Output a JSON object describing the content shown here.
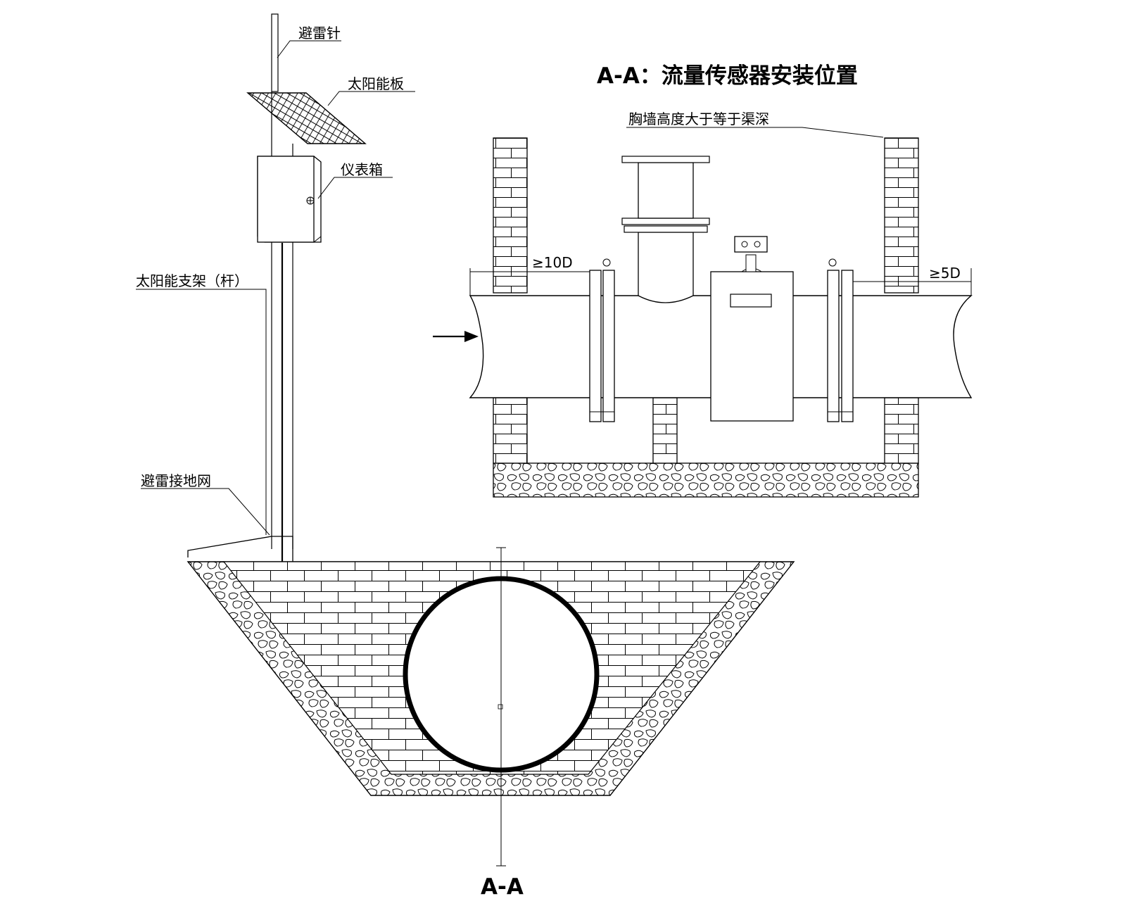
{
  "title": "A-A：流量传感器安装位置",
  "section_label": "A-A",
  "labels": {
    "lightning_rod": "避雷针",
    "solar_panel": "太阳能板",
    "instrument_box": "仪表箱",
    "solar_pole": "太阳能支架（杆）",
    "ground_net": "避雷接地网",
    "breast_wall": "胸墙高度大于等于渠深"
  },
  "dimensions": {
    "upstream": "≥10D",
    "downstream": "≥5D"
  }
}
